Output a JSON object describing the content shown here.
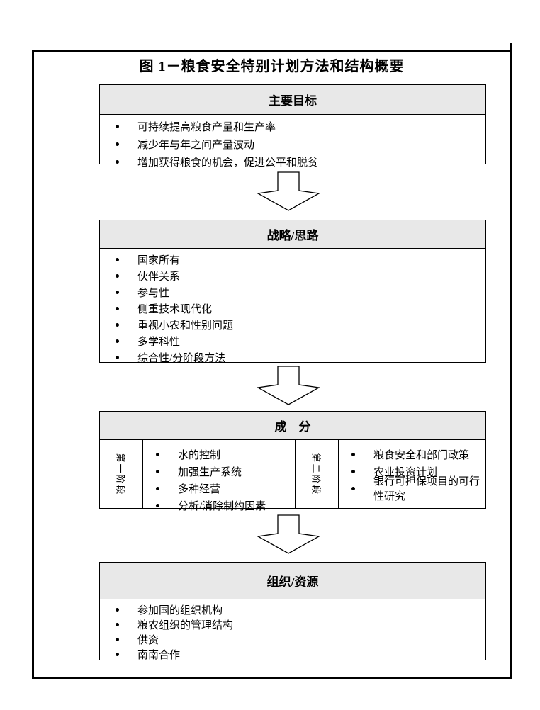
{
  "title": "图 1－粮食安全特别计划方法和结构概要",
  "colors": {
    "page_bg": "#ffffff",
    "border": "#000000",
    "header_bg": "#e8e8e8"
  },
  "boxes": [
    {
      "header": "主要目标",
      "items": [
        "可持续提高粮食产量和生产率",
        "减少年与年之间产量波动",
        "增加获得粮食的机会，促进公平和脱贫"
      ]
    },
    {
      "header": "战略/思路",
      "items": [
        "国家所有",
        "伙伴关系",
        "参与性",
        "侧重技术现代化",
        "重视小农和性别问题",
        "多学科性",
        "综合性/分阶段方法"
      ]
    },
    {
      "header": "成　分",
      "columns": [
        {
          "label": "第一阶段",
          "items": [
            "水的控制",
            "加强生产系统",
            "多种经营",
            "分析/消除制约因素"
          ]
        },
        {
          "label": "第二阶段",
          "items": [
            "粮食安全和部门政策",
            "农业投资计划",
            "银行可担保项目的可行性研究"
          ]
        }
      ]
    },
    {
      "header": "组织/资源",
      "items": [
        "参加国的组织机构",
        "粮农组织的管理结构",
        "供资",
        "南南合作"
      ]
    }
  ]
}
